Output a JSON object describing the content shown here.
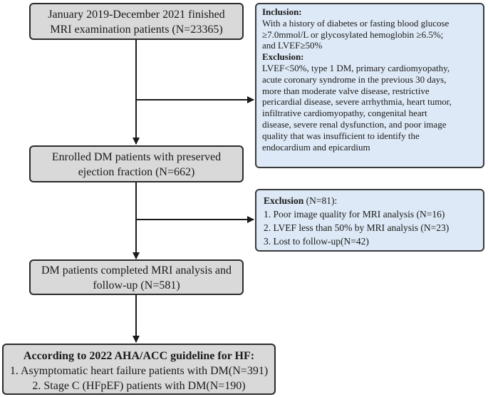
{
  "flowchart": {
    "start_box": {
      "lines": [
        "January 2019-December 2021 finished",
        "MRI examination patients (N=23365)"
      ]
    },
    "criteria_box": {
      "inclusion_label": "Inclusion:",
      "inclusion_lines": [
        "With a history of diabetes or fasting blood glucose",
        "≥7.0mmol/L or glycosylated hemoglobin ≥6.5%;",
        "and LVEF≥50%"
      ],
      "exclusion_label": "Exclusion:",
      "exclusion_lines": [
        "LVEF<50%, type 1 DM, primary cardiomyopathy,",
        "acute coronary syndrome in the previous 30 days,",
        "more than moderate valve disease, restrictive",
        "pericardial disease, severe arrhythmia, heart tumor,",
        "infiltrative cardiomyopathy, congenital heart",
        "disease, severe renal dysfunction, and poor image",
        "quality that was insufficient to identify the",
        "endocardium and epicardium"
      ]
    },
    "enrolled_box": {
      "lines": [
        "Enrolled DM patients with preserved",
        "ejection fraction (N=662)"
      ]
    },
    "exclusion2_box": {
      "label": "Exclusion",
      "label_suffix": " (N=81):",
      "items": [
        "1.   Poor image quality for MRI analysis (N=16)",
        "2.   LVEF less than 50% by MRI analysis (N=23)",
        "3.   Lost to follow-up(N=42)"
      ]
    },
    "completed_box": {
      "lines": [
        "DM patients completed MRI analysis and",
        "follow-up (N=581)"
      ]
    },
    "final_box": {
      "title": "According to 2022 AHA/ACC guideline for HF:",
      "lines": [
        "1. Asymptomatic heart failure patients with DM(N=391)",
        "2. Stage C (HFpEF) patients with DM(N=190)"
      ]
    }
  }
}
